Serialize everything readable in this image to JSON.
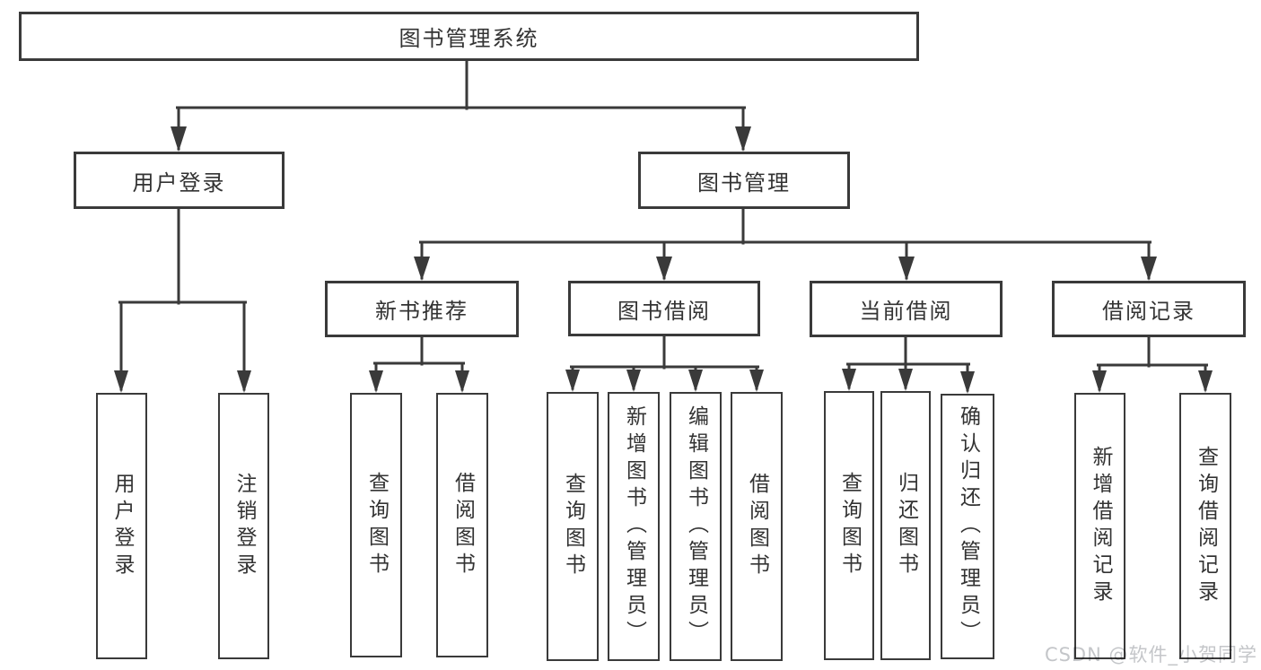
{
  "tree": {
    "label": "图书管理系统",
    "children": [
      {
        "label": "用户登录",
        "children": [
          {
            "label": "用户登录"
          },
          {
            "label": "注销登录"
          }
        ]
      },
      {
        "label": "图书管理",
        "children": [
          {
            "label": "新书推荐",
            "children": [
              {
                "label": "查询图书"
              },
              {
                "label": "借阅图书"
              }
            ]
          },
          {
            "label": "图书借阅",
            "children": [
              {
                "label": "查询图书"
              },
              {
                "label": "新增图书（管理员）"
              },
              {
                "label": "编辑图书（管理员）"
              },
              {
                "label": "借阅图书"
              }
            ]
          },
          {
            "label": "当前借阅",
            "children": [
              {
                "label": "查询图书"
              },
              {
                "label": "归还图书"
              },
              {
                "label": "确认归还（管理员）"
              }
            ]
          },
          {
            "label": "借阅记录",
            "children": [
              {
                "label": "新增借阅记录"
              },
              {
                "label": "查询借阅记录"
              }
            ]
          }
        ]
      }
    ]
  },
  "watermark": {
    "text": "CSDN @软件_小贺同学"
  },
  "colors": {
    "line": "#3a3a3a",
    "box_border": "#3a3a3a",
    "text": "#333333",
    "background": "#ffffff",
    "watermark": "#c4c6c9"
  }
}
